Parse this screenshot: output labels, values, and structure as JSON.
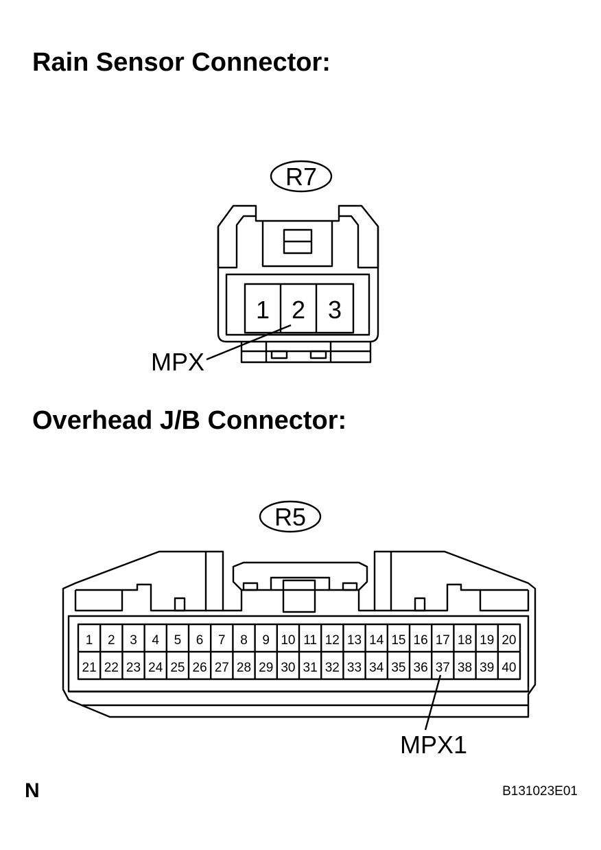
{
  "rain_sensor": {
    "heading": "Rain Sensor Connector:",
    "connector_code": "R7",
    "pins": [
      "1",
      "2",
      "3"
    ],
    "callout": "MPX"
  },
  "overhead_jb": {
    "heading": "Overhead J/B Connector:",
    "connector_code": "R5",
    "pins_top": [
      "1",
      "2",
      "3",
      "4",
      "5",
      "6",
      "7",
      "8",
      "9",
      "10",
      "11",
      "12",
      "13",
      "14",
      "15",
      "16",
      "17",
      "18",
      "19",
      "20"
    ],
    "pins_bottom": [
      "21",
      "22",
      "23",
      "24",
      "25",
      "26",
      "27",
      "28",
      "29",
      "30",
      "31",
      "32",
      "33",
      "34",
      "35",
      "36",
      "37",
      "38",
      "39",
      "40"
    ],
    "callout": "MPX1"
  },
  "footer": {
    "north_mark": "N",
    "figure_code": "B131023E01"
  }
}
